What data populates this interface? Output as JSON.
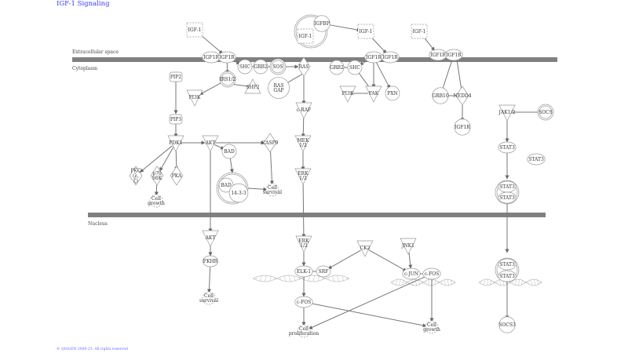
{
  "title": "IGF-1 Signaling",
  "copyright": "© QIAGEN 2000-23. All rights reserved",
  "compartments": {
    "extracellular": "Extracellular space",
    "cytoplasm": "Cytoplasm",
    "nucleus": "Nucleus"
  },
  "colors": {
    "membrane": "#808080",
    "node_stroke": "#999999",
    "edge": "#777777",
    "link": "#4a4aff"
  },
  "nodes": {
    "igf1_a": {
      "label": "IGF-1",
      "shape": "dashed-square"
    },
    "igf1r_a1": {
      "label": "IGF1R",
      "shape": "ellipse"
    },
    "igf1r_a2": {
      "label": "IGF1R",
      "shape": "ellipse"
    },
    "igfbp": {
      "label": "IGFBP",
      "shape": "circle"
    },
    "igf1_cx": {
      "label": "IGF-1",
      "shape": "dashed-square"
    },
    "igf1_b": {
      "label": "IGF-1",
      "shape": "dashed-square"
    },
    "igf1r_b1": {
      "label": "IGF1R",
      "shape": "ellipse"
    },
    "igf1r_b2": {
      "label": "IGF1R",
      "shape": "ellipse"
    },
    "igf1_c": {
      "label": "IGF-1",
      "shape": "dashed-square"
    },
    "igf1r_c1": {
      "label": "IGF1R",
      "shape": "ellipse"
    },
    "igf1r_c2": {
      "label": "IGF1R",
      "shape": "ellipse"
    },
    "shc_a": {
      "label": "SHC",
      "shape": "circle"
    },
    "grb2_a": {
      "label": "GRB2",
      "shape": "circle"
    },
    "sos": {
      "label": "SOS",
      "shape": "double-circle"
    },
    "ras": {
      "label": "RAS",
      "shape": "diamond"
    },
    "irs": {
      "label": "IRS1/2",
      "shape": "double-circle"
    },
    "shp2": {
      "label": "SHP2",
      "shape": "triangle-up"
    },
    "rasgap": {
      "label": "RAS GAP",
      "shape": "circle"
    },
    "pip2": {
      "label": "PIP2",
      "shape": "rounded"
    },
    "pi3k_a": {
      "label": "PI3K",
      "shape": "triangle-down"
    },
    "pip3": {
      "label": "PIP3",
      "shape": "rounded"
    },
    "pdk1": {
      "label": "PDK1",
      "shape": "triangle-down"
    },
    "akt_a": {
      "label": "AKT",
      "shape": "triangle-down"
    },
    "bad_a": {
      "label": "BAD",
      "shape": "circle"
    },
    "casp9": {
      "label": "CASP9",
      "shape": "diamond"
    },
    "pkc": {
      "label": "PKC (λ, ζ)",
      "shape": "diamond"
    },
    "p70": {
      "label": "p70 S6K",
      "shape": "diamond"
    },
    "pka": {
      "label": "PKA",
      "shape": "diamond"
    },
    "cellgrowth_a": {
      "label": "Cell growth",
      "shape": "gear"
    },
    "bad_b": {
      "label": "BAD",
      "shape": "circle"
    },
    "p1433": {
      "label": "14-3-3",
      "shape": "circle"
    },
    "cellsurv_a": {
      "label": "Cell survival",
      "shape": "gear"
    },
    "craf": {
      "label": "c-RAF",
      "shape": "triangle-down"
    },
    "mek": {
      "label": "MEK 1/2",
      "shape": "triangle-down"
    },
    "erk_a": {
      "label": "ERK 1/2",
      "shape": "triangle-down"
    },
    "grb2_b": {
      "label": "GRB2",
      "shape": "circle"
    },
    "shc_b": {
      "label": "SHC",
      "shape": "circle"
    },
    "pi3k_b": {
      "label": "PI3K",
      "shape": "triangle-down"
    },
    "fak": {
      "label": "FAK",
      "shape": "triangle-down"
    },
    "pxn": {
      "label": "PXN",
      "shape": "circle"
    },
    "grb10": {
      "label": "GRB10",
      "shape": "circle"
    },
    "nedd4": {
      "label": "NEDD4",
      "shape": "diamond"
    },
    "igf1r_d": {
      "label": "IGF1R",
      "shape": "circle"
    },
    "jak": {
      "label": "JAK1/2",
      "shape": "triangle-down"
    },
    "socs": {
      "label": "SOCS",
      "shape": "double-circle"
    },
    "stat3_a": {
      "label": "STAT3",
      "shape": "ellipse"
    },
    "stat3_b": {
      "label": "STAT3",
      "shape": "ellipse"
    },
    "stat3_c1": {
      "label": "STAT3",
      "shape": "ellipse"
    },
    "stat3_c2": {
      "label": "STAT3",
      "shape": "ellipse"
    },
    "akt_n": {
      "label": "AKT",
      "shape": "triangle-down"
    },
    "fkhr": {
      "label": "FKHR",
      "shape": "ellipse"
    },
    "cellsurv_b": {
      "label": "Cell survival",
      "shape": "gear"
    },
    "erk_n": {
      "label": "ERK 1/2",
      "shape": "triangle-down"
    },
    "ck2": {
      "label": "CK2",
      "shape": "triangle-down"
    },
    "jnk1": {
      "label": "JNK1",
      "shape": "triangle-down"
    },
    "elk1": {
      "label": "ELK-1",
      "shape": "ellipse"
    },
    "srf": {
      "label": "SRF",
      "shape": "ellipse"
    },
    "cjun": {
      "label": "c-JUN",
      "shape": "ellipse"
    },
    "cfos_a": {
      "label": "c-FOS",
      "shape": "ellipse"
    },
    "cfos_b": {
      "label": "c-FOS",
      "shape": "ellipse"
    },
    "cellprolif": {
      "label": "Cell proliferation",
      "shape": "gear"
    },
    "cellgrowth_b": {
      "label": "Cell growth",
      "shape": "gear"
    },
    "stat3_n1": {
      "label": "STAT3",
      "shape": "ellipse"
    },
    "stat3_n2": {
      "label": "STAT3",
      "shape": "ellipse"
    },
    "socs3": {
      "label": "SOCS3",
      "shape": "circle"
    }
  }
}
